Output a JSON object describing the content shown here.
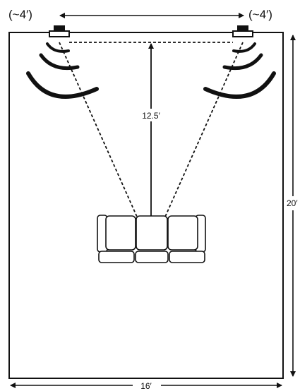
{
  "labels": {
    "left_speaker_distance": "(~4′)",
    "right_speaker_distance": "(~4′)",
    "listening_distance": "12.5′",
    "room_length": "20′",
    "room_width": "16′"
  },
  "icons": {
    "left_speaker": "speaker-icon",
    "right_speaker": "speaker-icon",
    "sofa": "sofa-icon"
  },
  "colors": {
    "line": "#111111",
    "background": "#ffffff"
  }
}
